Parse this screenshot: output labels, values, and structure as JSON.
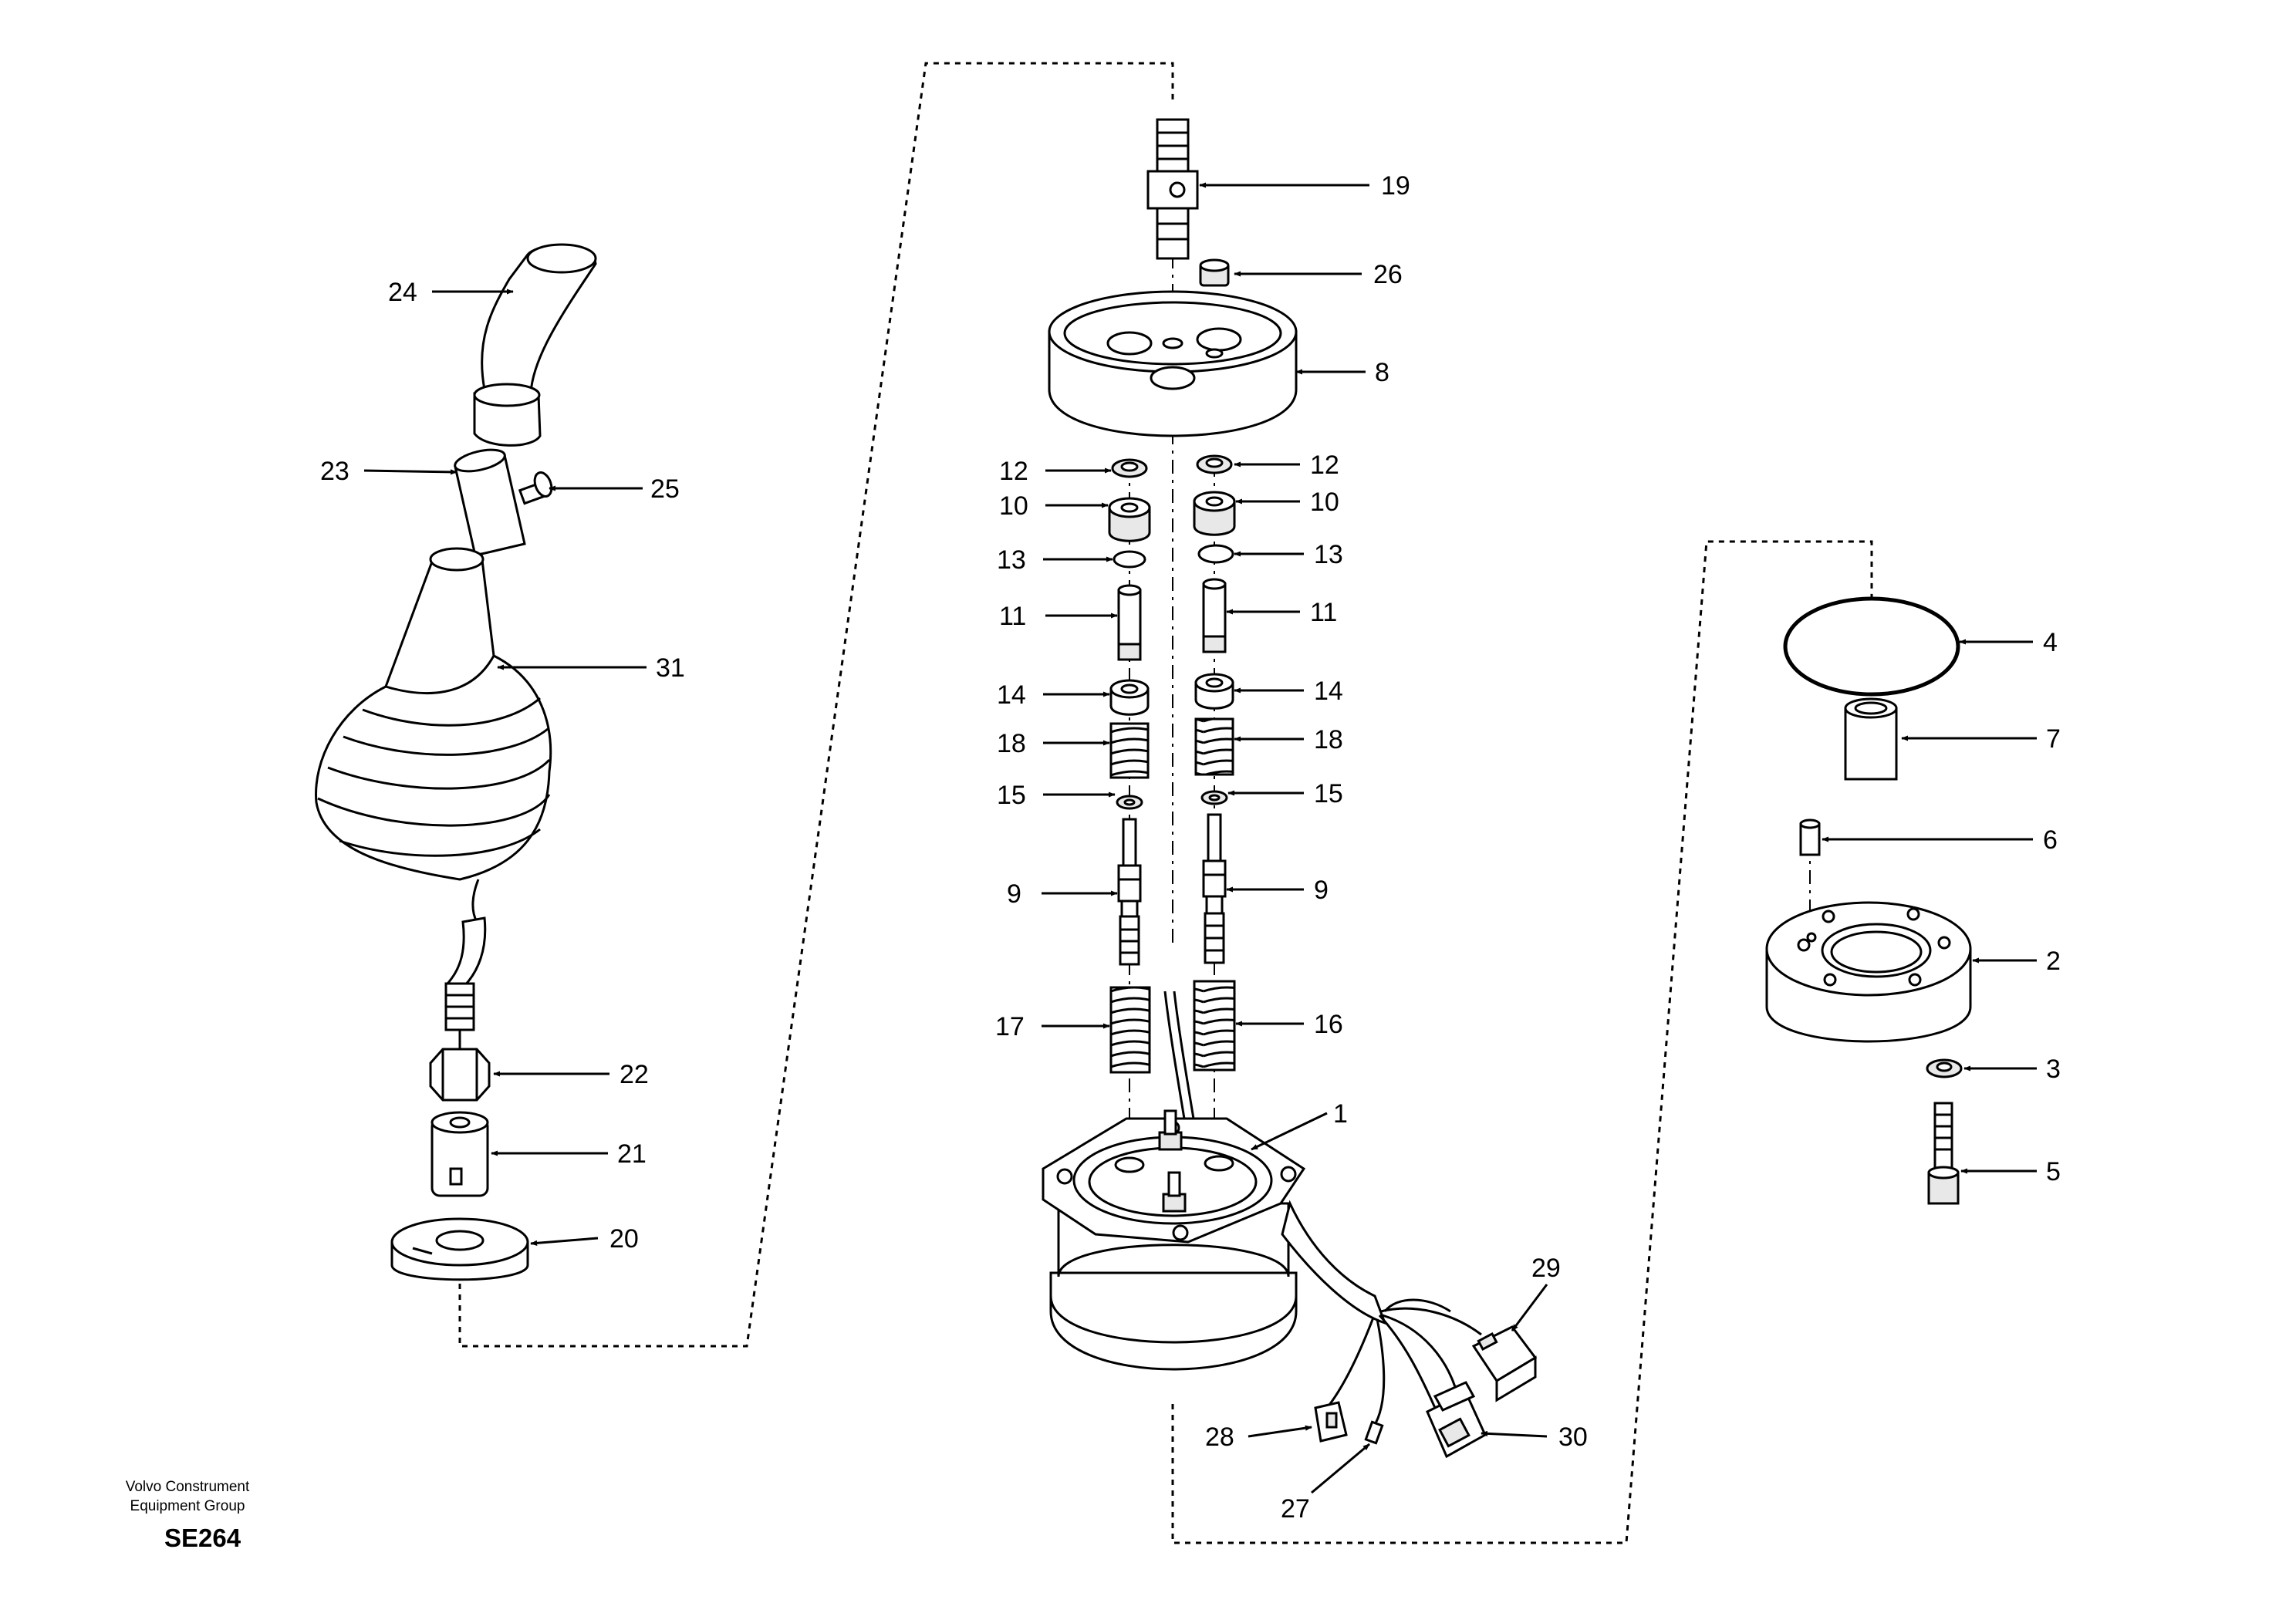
{
  "footer": {
    "company_line1": "Volvo Construment",
    "company_line2": "Equipment Group",
    "figure_code": "SE264"
  },
  "callouts": [
    {
      "id": "c1",
      "text": "1"
    },
    {
      "id": "c2",
      "text": "2"
    },
    {
      "id": "c3",
      "text": "3"
    },
    {
      "id": "c4",
      "text": "4"
    },
    {
      "id": "c5",
      "text": "5"
    },
    {
      "id": "c6",
      "text": "6"
    },
    {
      "id": "c7",
      "text": "7"
    },
    {
      "id": "c8",
      "text": "8"
    },
    {
      "id": "c9l",
      "text": "9"
    },
    {
      "id": "c9r",
      "text": "9"
    },
    {
      "id": "c10l",
      "text": "10"
    },
    {
      "id": "c10r",
      "text": "10"
    },
    {
      "id": "c11l",
      "text": "11"
    },
    {
      "id": "c11r",
      "text": "11"
    },
    {
      "id": "c12l",
      "text": "12"
    },
    {
      "id": "c12r",
      "text": "12"
    },
    {
      "id": "c13l",
      "text": "13"
    },
    {
      "id": "c13r",
      "text": "13"
    },
    {
      "id": "c14l",
      "text": "14"
    },
    {
      "id": "c14r",
      "text": "14"
    },
    {
      "id": "c15l",
      "text": "15"
    },
    {
      "id": "c15r",
      "text": "15"
    },
    {
      "id": "c16",
      "text": "16"
    },
    {
      "id": "c17",
      "text": "17"
    },
    {
      "id": "c18l",
      "text": "18"
    },
    {
      "id": "c18r",
      "text": "18"
    },
    {
      "id": "c19",
      "text": "19"
    },
    {
      "id": "c20",
      "text": "20"
    },
    {
      "id": "c21",
      "text": "21"
    },
    {
      "id": "c22",
      "text": "22"
    },
    {
      "id": "c23",
      "text": "23"
    },
    {
      "id": "c24",
      "text": "24"
    },
    {
      "id": "c25",
      "text": "25"
    },
    {
      "id": "c26",
      "text": "26"
    },
    {
      "id": "c27",
      "text": "27"
    },
    {
      "id": "c28",
      "text": "28"
    },
    {
      "id": "c29",
      "text": "29"
    },
    {
      "id": "c30",
      "text": "30"
    },
    {
      "id": "c31",
      "text": "31"
    }
  ]
}
